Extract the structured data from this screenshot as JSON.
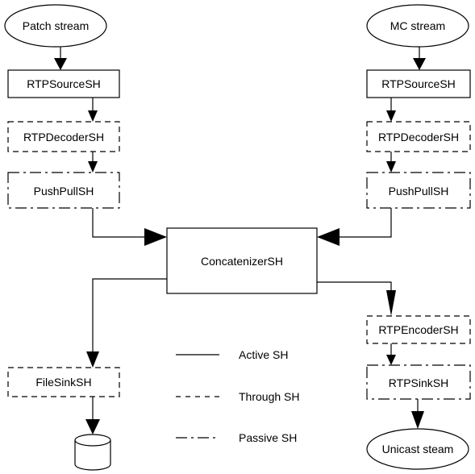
{
  "nodes": {
    "patch_stream": "Patch stream",
    "mc_stream": "MC stream",
    "left_rtp_source": "RTPSourceSH",
    "right_rtp_source": "RTPSourceSH",
    "left_rtp_decoder": "RTPDecoderSH",
    "right_rtp_decoder": "RTPDecoderSH",
    "left_push_pull": "PushPullSH",
    "right_push_pull": "PushPullSH",
    "concatenizer": "ConcatenizerSH",
    "rtp_encoder": "RTPEncoderSH",
    "rtp_sink": "RTPSinkSH",
    "file_sink": "FileSinkSH",
    "unicast_stream": "Unicast steam"
  },
  "legend": {
    "active": "Active SH",
    "through": "Through SH",
    "passive": "Passive SH"
  },
  "colors": {
    "stroke": "#000000",
    "background": "#ffffff"
  }
}
